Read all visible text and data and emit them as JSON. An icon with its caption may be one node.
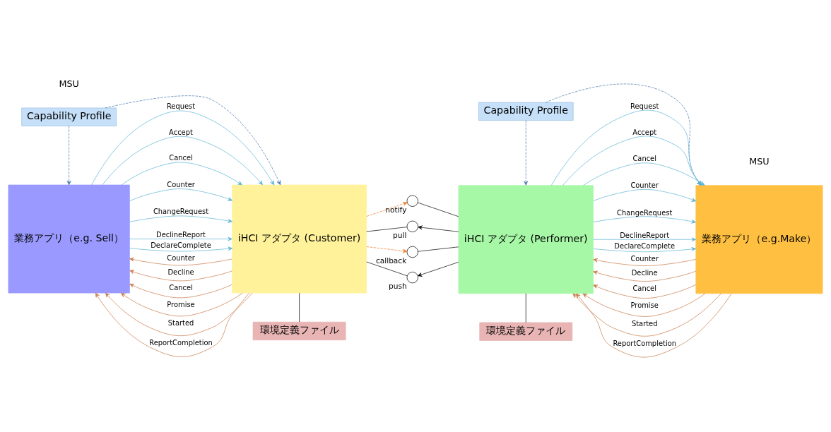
{
  "diagram": {
    "nodes": [
      {
        "text": [
          "Capability Profile"
        ]
      },
      {
        "text": [
          "Capability Profile"
        ]
      },
      {
        "text": [
          "業務アプリ（e.g. Sell）"
        ]
      },
      {
        "text": [
          "iHCI アダプタ (Customer)"
        ]
      },
      {
        "text": [],
        "shape": "circle",
        "beside": [
          "notify"
        ]
      },
      {
        "text": [],
        "shape": "circle",
        "beside": [
          "pull"
        ]
      },
      {
        "text": [],
        "shape": "circle",
        "beside": [
          "callback"
        ]
      },
      {
        "text": [],
        "shape": "circle",
        "beside": [
          "push"
        ]
      },
      {
        "text": [
          "iHCI アダプタ (Performer)"
        ]
      },
      {
        "text": [
          "業務アプリ（e.g.Make）"
        ]
      },
      {
        "text": [
          "環境定義ファイル"
        ]
      },
      {
        "text": [
          "環境定義ファイル"
        ]
      }
    ],
    "edges": [
      {
        "from": 0,
        "to": 2,
        "arrow": "to",
        "style": "dashed",
        "color": "#4a78b0"
      },
      {
        "from": 0,
        "to": 3,
        "arrow": "to",
        "style": "dashed",
        "color": "#4a78b0"
      },
      {
        "from": 1,
        "to": 8,
        "arrow": "to",
        "style": "dashed",
        "color": "#4a78b0"
      },
      {
        "from": 1,
        "to": 9,
        "arrow": "to",
        "style": "dashed",
        "color": "#4a78b0"
      },
      {
        "from": 2,
        "to": 3,
        "arrow": "to",
        "label": "Request"
      },
      {
        "from": 2,
        "to": 3,
        "arrow": "to",
        "label": "Accept"
      },
      {
        "from": 2,
        "to": 3,
        "arrow": "to",
        "label": "Cancel"
      },
      {
        "from": 2,
        "to": 3,
        "arrow": "to",
        "label": "Counter"
      },
      {
        "from": 2,
        "to": 3,
        "arrow": "to",
        "label": "ChangeRequest"
      },
      {
        "from": 2,
        "to": 3,
        "arrow": "to",
        "label": "DeclineReport"
      },
      {
        "from": 2,
        "to": 3,
        "arrow": "to",
        "label": "DeclareComplete"
      },
      {
        "from": 3,
        "to": 2,
        "arrow": "to",
        "label": "Counter",
        "color": "#c87a48"
      },
      {
        "from": 3,
        "to": 2,
        "arrow": "to",
        "label": "Decline",
        "color": "#c87a48"
      },
      {
        "from": 3,
        "to": 2,
        "arrow": "to",
        "label": "Cancel",
        "color": "#c87a48"
      },
      {
        "from": 3,
        "to": 2,
        "arrow": "to",
        "label": "Promise",
        "color": "#c87a48"
      },
      {
        "from": 3,
        "to": 2,
        "arrow": "to",
        "label": "Started",
        "color": "#c87a48"
      },
      {
        "from": 3,
        "to": 2,
        "arrow": "to",
        "label": "ReportCompletion",
        "color": "#c87a48"
      },
      {
        "from": 3,
        "to": 4,
        "arrow": "to",
        "style": "dashed",
        "color": "#f07828"
      },
      {
        "from": 4,
        "to": 8,
        "arrow": "none",
        "color": "#000000"
      },
      {
        "from": 8,
        "to": 5,
        "arrow": "to",
        "color": "#000000"
      },
      {
        "from": 5,
        "to": 3,
        "arrow": "none",
        "color": "#000000"
      },
      {
        "from": 3,
        "to": 6,
        "arrow": "to",
        "style": "dashed",
        "color": "#f07828"
      },
      {
        "from": 6,
        "to": 8,
        "arrow": "none",
        "color": "#000000"
      },
      {
        "from": 8,
        "to": 7,
        "arrow": "to",
        "color": "#000000"
      },
      {
        "from": 7,
        "to": 3,
        "arrow": "none",
        "color": "#000000"
      },
      {
        "from": 8,
        "to": 9,
        "arrow": "to",
        "label": "Request"
      },
      {
        "from": 8,
        "to": 9,
        "arrow": "to",
        "label": "Accept"
      },
      {
        "from": 8,
        "to": 9,
        "arrow": "to",
        "label": "Cancel"
      },
      {
        "from": 8,
        "to": 9,
        "arrow": "to",
        "label": "Counter"
      },
      {
        "from": 8,
        "to": 9,
        "arrow": "to",
        "label": "ChangeRequest"
      },
      {
        "from": 8,
        "to": 9,
        "arrow": "to",
        "label": "DeclineReport"
      },
      {
        "from": 8,
        "to": 9,
        "arrow": "to",
        "label": "DeclareComplete"
      },
      {
        "from": 9,
        "to": 8,
        "arrow": "to",
        "label": "Counter",
        "color": "#c87a48"
      },
      {
        "from": 9,
        "to": 8,
        "arrow": "to",
        "label": "Decline",
        "color": "#c87a48"
      },
      {
        "from": 9,
        "to": 8,
        "arrow": "to",
        "label": "Cancel",
        "color": "#c87a48"
      },
      {
        "from": 9,
        "to": 8,
        "arrow": "to",
        "label": "Promise",
        "color": "#c87a48"
      },
      {
        "from": 9,
        "to": 8,
        "arrow": "to",
        "label": "Started",
        "color": "#c87a48"
      },
      {
        "from": 9,
        "to": 8,
        "arrow": "to",
        "label": "ReportCompletion",
        "color": "#c87a48"
      },
      {
        "from": 3,
        "to": 10,
        "arrow": "none",
        "color": "#000000"
      },
      {
        "from": 8,
        "to": 11,
        "arrow": "none",
        "color": "#000000"
      }
    ],
    "labels": [
      "MSU",
      "MSU"
    ]
  }
}
